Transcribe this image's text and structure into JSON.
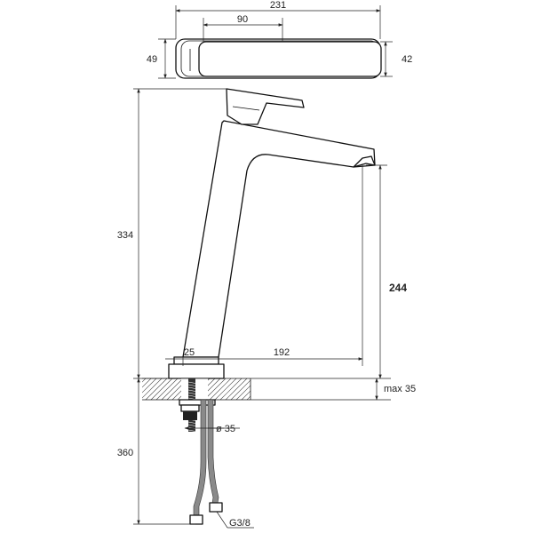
{
  "dimensions": {
    "top_width": "231",
    "top_lever": "90",
    "top_depth_left": "49",
    "top_depth_right": "42",
    "total_height": "334",
    "spout_height": "244",
    "spout_reach": "192",
    "base_diameter": "25",
    "deck_thickness": "max 35",
    "hole_diameter": "ø 35",
    "hose_length": "360",
    "thread": "G3/8"
  }
}
